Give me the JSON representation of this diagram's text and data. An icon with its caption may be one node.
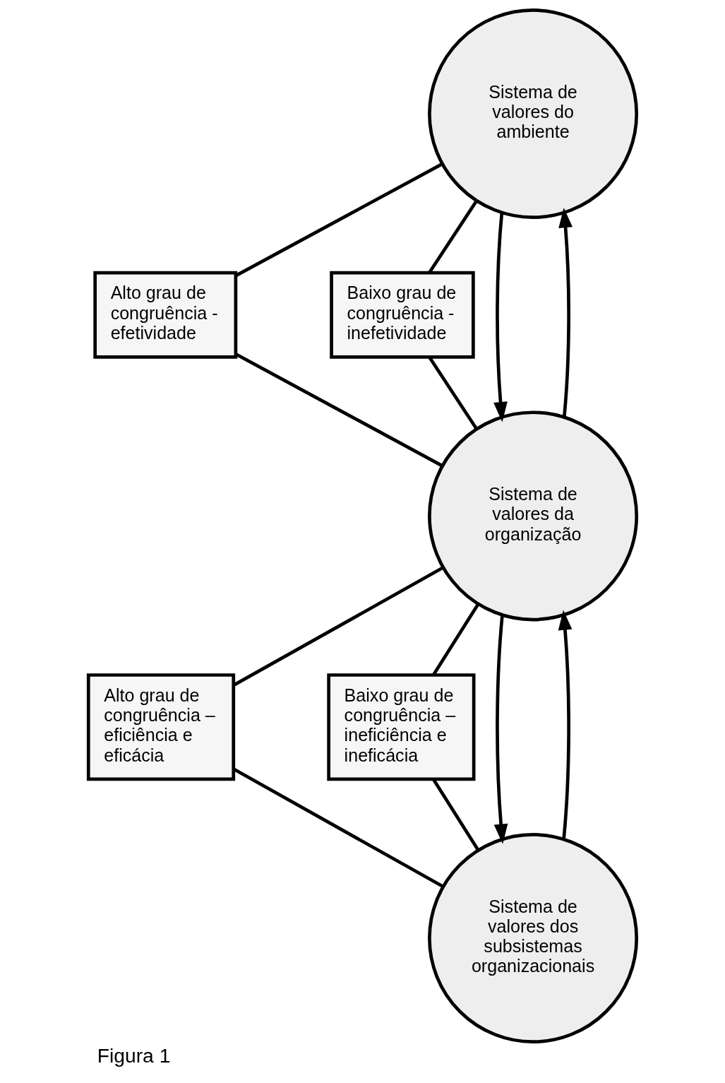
{
  "diagram": {
    "caption": "Figura 1",
    "nodes": [
      {
        "text": [
          "Sistema de valores do ambiente"
        ]
      },
      {
        "text": [
          "Alto grau de congruência - efetividade"
        ]
      },
      {
        "text": [
          "Baixo grau de congruência - inefetividade"
        ]
      },
      {
        "text": [
          "Sistema de valores da organização"
        ]
      },
      {
        "text": [
          "Alto grau de congruência – eficiência e eficácia"
        ]
      },
      {
        "text": [
          "Baixo grau de congruência – ineficiência e ineficácia"
        ]
      },
      {
        "text": [
          "Sistema de valores dos subsistemas organizacionais"
        ]
      }
    ],
    "edges": [
      {
        "from": 0,
        "to": 1,
        "arrow": "none"
      },
      {
        "from": 0,
        "to": 2,
        "arrow": "none"
      },
      {
        "from": 0,
        "to": 3,
        "arrow": "to"
      },
      {
        "from": 3,
        "to": 0,
        "arrow": "to"
      },
      {
        "from": 1,
        "to": 3,
        "arrow": "none"
      },
      {
        "from": 2,
        "to": 3,
        "arrow": "none"
      },
      {
        "from": 3,
        "to": 4,
        "arrow": "none"
      },
      {
        "from": 3,
        "to": 5,
        "arrow": "none"
      },
      {
        "from": 3,
        "to": 6,
        "arrow": "to"
      },
      {
        "from": 6,
        "to": 3,
        "arrow": "to"
      },
      {
        "from": 4,
        "to": 6,
        "arrow": "none"
      },
      {
        "from": 5,
        "to": 6,
        "arrow": "none"
      }
    ]
  }
}
